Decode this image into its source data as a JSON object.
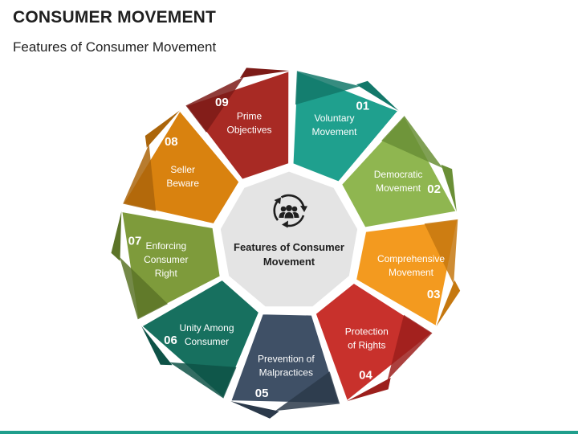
{
  "header": {
    "title": "CONSUMER MOVEMENT",
    "subtitle": "Features of Consumer Movement"
  },
  "center": {
    "label_lines": [
      "Features of Consumer",
      "Movement"
    ],
    "icon": "people-cycle-icon"
  },
  "segments": [
    {
      "number": "01",
      "lines": [
        "Voluntary",
        "Movement"
      ],
      "color": "#1fa08e",
      "dark": "#13786a"
    },
    {
      "number": "02",
      "lines": [
        "Democratic",
        "Movement"
      ],
      "color": "#8fb650",
      "dark": "#6a8f36"
    },
    {
      "number": "03",
      "lines": [
        "Comprehensive",
        "Movement"
      ],
      "color": "#f39a1f",
      "dark": "#c57810"
    },
    {
      "number": "04",
      "lines": [
        "Protection",
        "of Rights"
      ],
      "color": "#c8312c",
      "dark": "#9c1f1c"
    },
    {
      "number": "05",
      "lines": [
        "Prevention of",
        "Malpractices"
      ],
      "color": "#3f5066",
      "dark": "#2b394a"
    },
    {
      "number": "06",
      "lines": [
        "Unity Among",
        "Consumer"
      ],
      "color": "#17705f",
      "dark": "#0e5247"
    },
    {
      "number": "07",
      "lines": [
        "Enforcing",
        "Consumer",
        "Right"
      ],
      "color": "#7e9b3b",
      "dark": "#5c7428"
    },
    {
      "number": "08",
      "lines": [
        "Seller",
        "Beware"
      ],
      "color": "#d9820f",
      "dark": "#ab650a"
    },
    {
      "number": "09",
      "lines": [
        "Prime",
        "Objectives"
      ],
      "color": "#a82a24",
      "dark": "#7c1b17"
    }
  ]
}
